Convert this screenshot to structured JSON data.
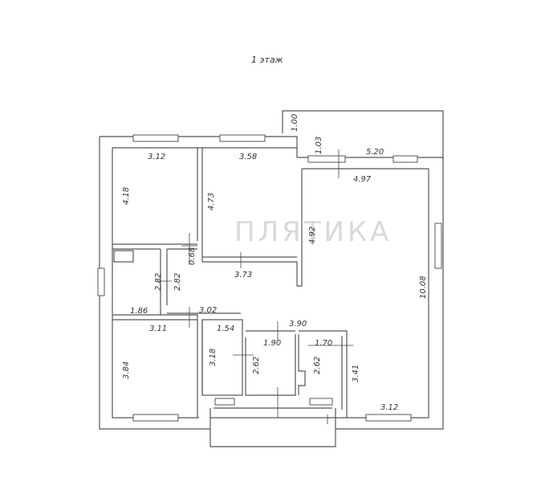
{
  "title": "1 этаж",
  "watermark": "ПЛЯТИКА",
  "dimensions": {
    "room1_width": "3.12",
    "room1_height": "4.18",
    "room2_width": "3.58",
    "room2_height": "4.73",
    "room2_bottom": "3.73",
    "room2_gap": "0.68",
    "porch_height": "1.00",
    "step": "1.03",
    "living_top_outer": "5.20",
    "living_top_inner": "4.97",
    "living_left": "4.92",
    "living_right": "10.08",
    "living_bottom": "3.12",
    "hall_height_a": "2.82",
    "hall_height_b": "2.82",
    "hall_width": "1.86",
    "corridor": "3.02",
    "room3_width": "3.11",
    "room3_height": "3.84",
    "bath_width": "1.54",
    "bath_height": "3.18",
    "wc_width": "1.90",
    "wc_height": "2.62",
    "span": "3.90",
    "boiler_width": "1.70",
    "boiler_height": "2.62",
    "pantry_height": "3.41"
  },
  "colors": {
    "wall": "#666666",
    "line": "#444444"
  }
}
